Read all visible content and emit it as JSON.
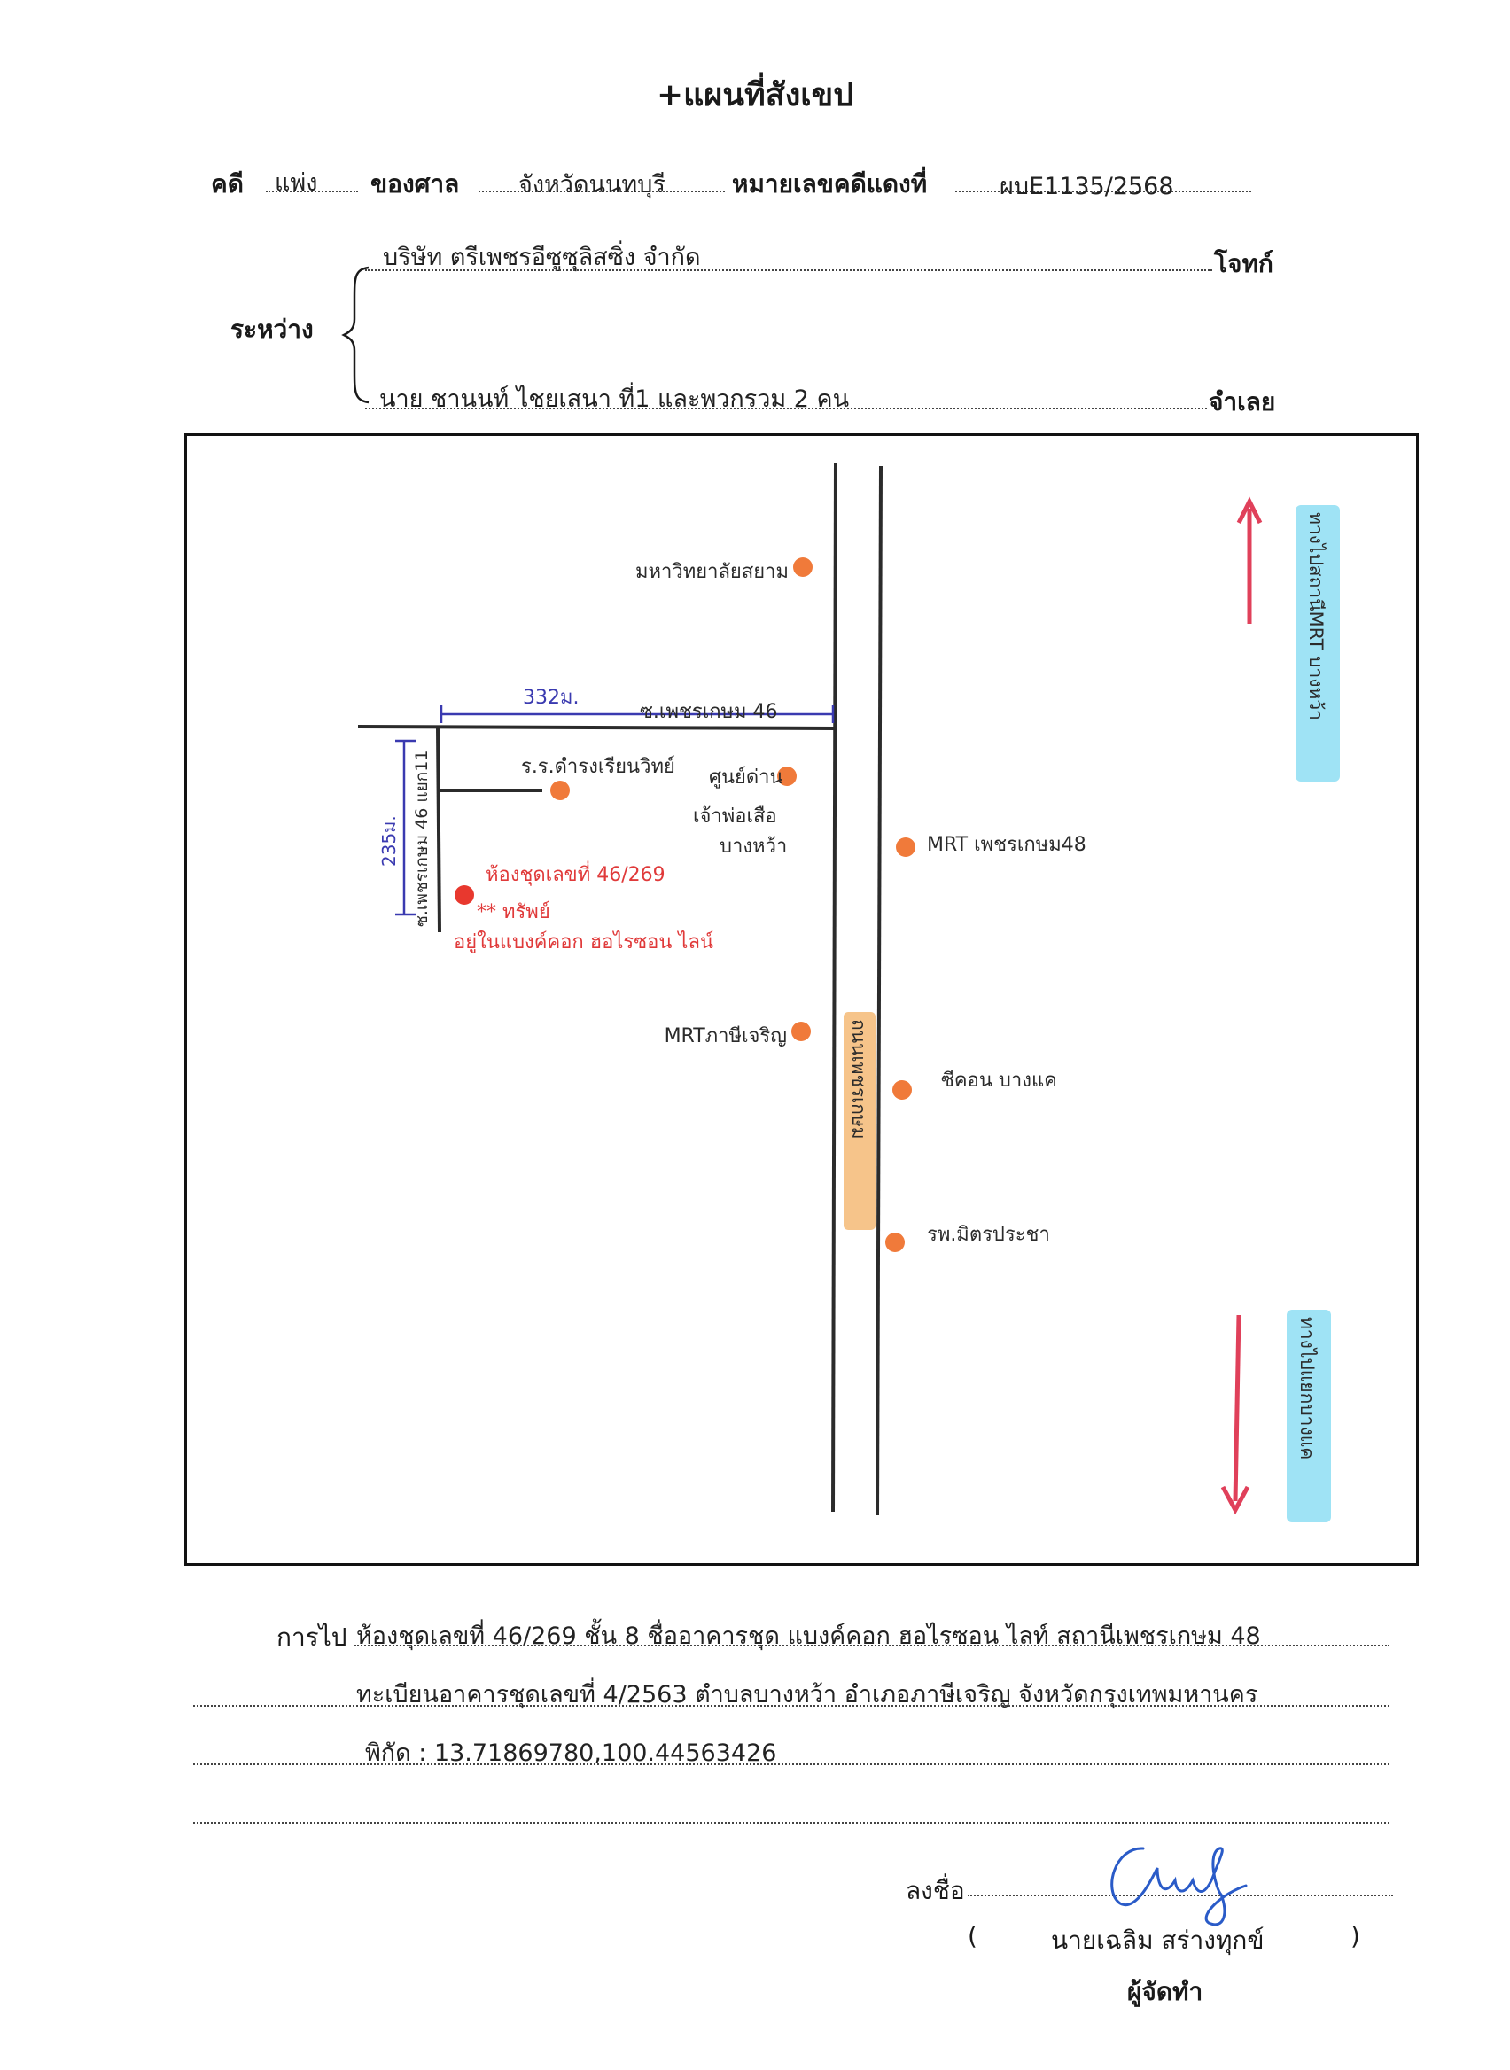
{
  "title": "+แผนที่สังเขป",
  "case": {
    "type_label": "คดี",
    "type_value": "แพ่ง",
    "court_label": "ของศาล",
    "court_value": "จังหวัดนนทบุรี",
    "red_no_label": "หมายเลขคดีแดงที่",
    "red_no_value": "ผบE1135/2568"
  },
  "parties": {
    "between_label": "ระหว่าง",
    "plaintiff_name": "บริษัท ตรีเพชรอีซูซุลิสซิ่ง  จำกัด",
    "plaintiff_role": "โจทก์",
    "defendant_name": "นาย ชานนท์ ไชยเสนา ที่1 และพวกรวม 2 คน",
    "defendant_role": "จำเลย"
  },
  "map": {
    "road_main": "ถนนเพชรเกษม",
    "soi_main": "ซ.เพชรเกษม 46",
    "soi_branch": "ซ.เพชรเกษม 46 แยก11",
    "dist_h": "332ม.",
    "dist_v": "235ม.",
    "dir_up": "ทางไปสถานีMRT บางหว้า",
    "dir_down": "ทางไปแยกบางแค",
    "places": {
      "siam_univ": "มหาวิทยาลัยสยาม",
      "school": "ร.ร.ดำรงเรียนวิทย์",
      "shrine_1": "ศูนย์ด่าน",
      "shrine_2": "เจ้าพ่อเสือ",
      "shrine_3": "บางหว้า",
      "mrt_48": "MRT เพชรเกษม48",
      "mrt_phasi": "MRTภาษีเจริญ",
      "seacon": "ซีคอน บางแค",
      "hospital": "รพ.มิตรประชา"
    },
    "target_1": "ห้องชุดเลขที่ 46/269",
    "target_2": "** ทรัพย์",
    "target_3": "อยู่ในแบงค์คอก ฮอไรซอน ไลน์",
    "colors": {
      "ink": "#2b2b2b",
      "blue_ink": "#3a3ab0",
      "red_ink": "#e03a3a",
      "dot": "#f07a3a",
      "dot_red": "#e8382e",
      "arrow": "#e0405a",
      "highlight_blue": "#9fe3f5",
      "highlight_orange": "#f6c48a"
    }
  },
  "directions": {
    "label": "การไป",
    "line1": "ห้องชุดเลขที่ 46/269 ชั้น 8 ชื่ออาคารชุด แบงค์คอก ฮอไรซอน ไลท์ สถานีเพชรเกษม 48",
    "line2": "ทะเบียนอาคารชุดเลขที่ 4/2563  ตำบลบางหว้า อำเภอภาษีเจริญ จังหวัดกรุงเทพมหานคร",
    "line3": "พิกัด : 13.71869780,100.44563426",
    "line4": ""
  },
  "signature": {
    "sign_label": "ลงชื่อ",
    "open_paren": "(",
    "name": "นายเฉลิม  สร่างทุกข์",
    "close_paren": ")",
    "role": "ผู้จัดทำ"
  }
}
